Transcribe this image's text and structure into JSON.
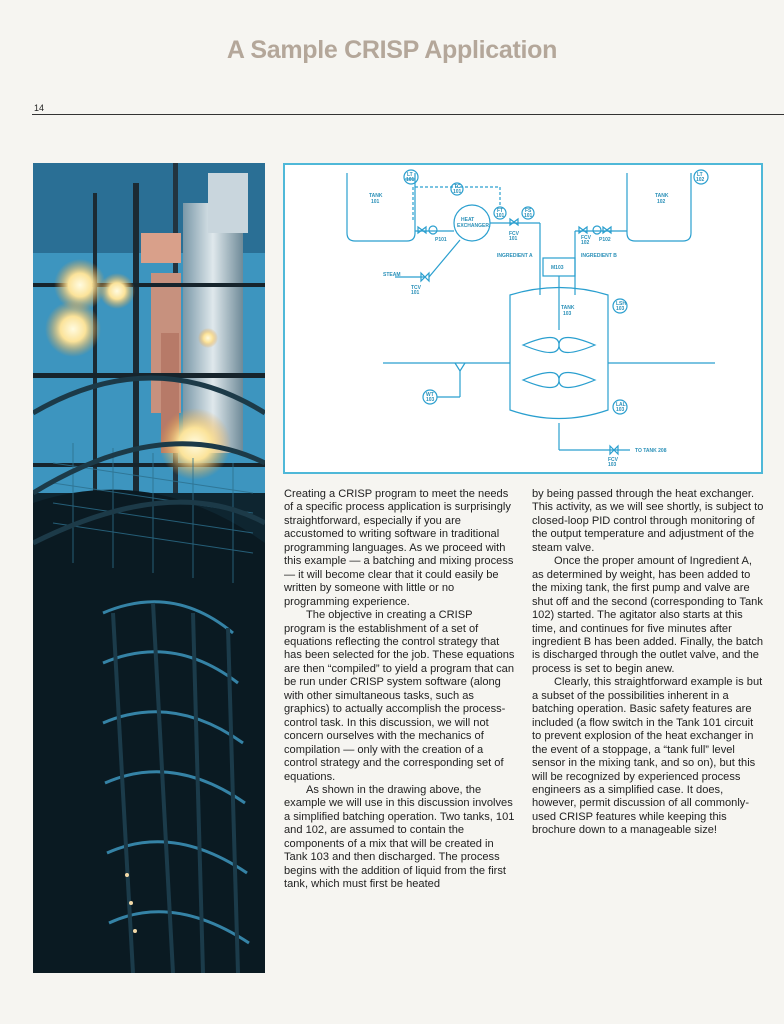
{
  "page": {
    "title": "A Sample CRISP Application",
    "page_number": "14"
  },
  "diagram": {
    "tank101": [
      "TANK",
      "101"
    ],
    "tank102": [
      "TANK",
      "102"
    ],
    "tank103": [
      "TANK",
      "103"
    ],
    "heat_exchanger": [
      "HEAT",
      "EXCHANGER"
    ],
    "lt101": [
      "LT",
      "101"
    ],
    "lt102": [
      "LT",
      "102"
    ],
    "tc101": [
      "TC",
      "101"
    ],
    "ft101": [
      "FT",
      "101"
    ],
    "fs101": [
      "FS",
      "101"
    ],
    "fcv101": [
      "FCV",
      "101"
    ],
    "p101": "P101",
    "fcv102": [
      "FCV",
      "102"
    ],
    "p102": "P102",
    "steam": "STEAM",
    "tcv101": [
      "TCV",
      "101"
    ],
    "ingredient_a": "INGREDIENT A",
    "ingredient_b": "INGREDIENT B",
    "m103": "M103",
    "lsh103": [
      "LSH",
      "103"
    ],
    "lal103": [
      "LAL",
      "103"
    ],
    "wt103": [
      "WT",
      "103"
    ],
    "fcv103": [
      "FCV",
      "103"
    ],
    "to_tank": "TO TANK 208"
  },
  "article": {
    "left_paragraphs": [
      "Creating a CRISP program to meet the needs of a specific process application is surprisingly straightforward, especially if you are accustomed to writing software in traditional programming languages. As we proceed with this example — a batching and mixing process — it will become clear that it could easily be written by someone with little or no programming experience.",
      "The objective in creating a CRISP program is the establishment of a set of equations reflecting the control strategy that has been selected for the job. These equations are then “compiled” to yield a program that can be run under CRISP system software (along with other simultaneous tasks, such as graphics) to actually accomplish the process-control task. In this discussion, we will not concern ourselves with the mechanics of compilation — only with the creation of a control strategy and the corresponding set of equations.",
      "As shown in the drawing above, the example we will use in this discussion involves a simplified batching operation. Two tanks, 101 and 102, are assumed to contain the components of a mix that will be created in Tank 103 and then discharged. The process begins with the addition of liquid from the first tank, which must first be heated"
    ],
    "right_paragraphs": [
      "by being passed through the heat exchanger. This activity, as we will see shortly, is subject to closed-loop PID control through monitoring of the output temperature and adjustment of the steam valve.",
      "Once the proper amount of Ingredient A, as determined by weight, has been added to the mixing tank, the first pump and valve are shut off and the second (corresponding to Tank 102) started. The agitator also starts at this time, and continues for five minutes after ingredient B has been added. Finally, the batch is discharged through the outlet valve, and the process is set to begin anew.",
      "Clearly, this straightforward example is but a subset of the possibilities inherent in a batching operation. Basic safety features are included (a flow switch in the Tank 101 circuit to prevent explosion of the heat exchanger in the event of a stoppage, a “tank full” level sensor in the mixing tank, and so on), but this will be recognized by experienced process engineers as a simplified case. It does, however, permit discussion of all commonly-used CRISP features while keeping this brochure down to a manageable size!"
    ]
  }
}
